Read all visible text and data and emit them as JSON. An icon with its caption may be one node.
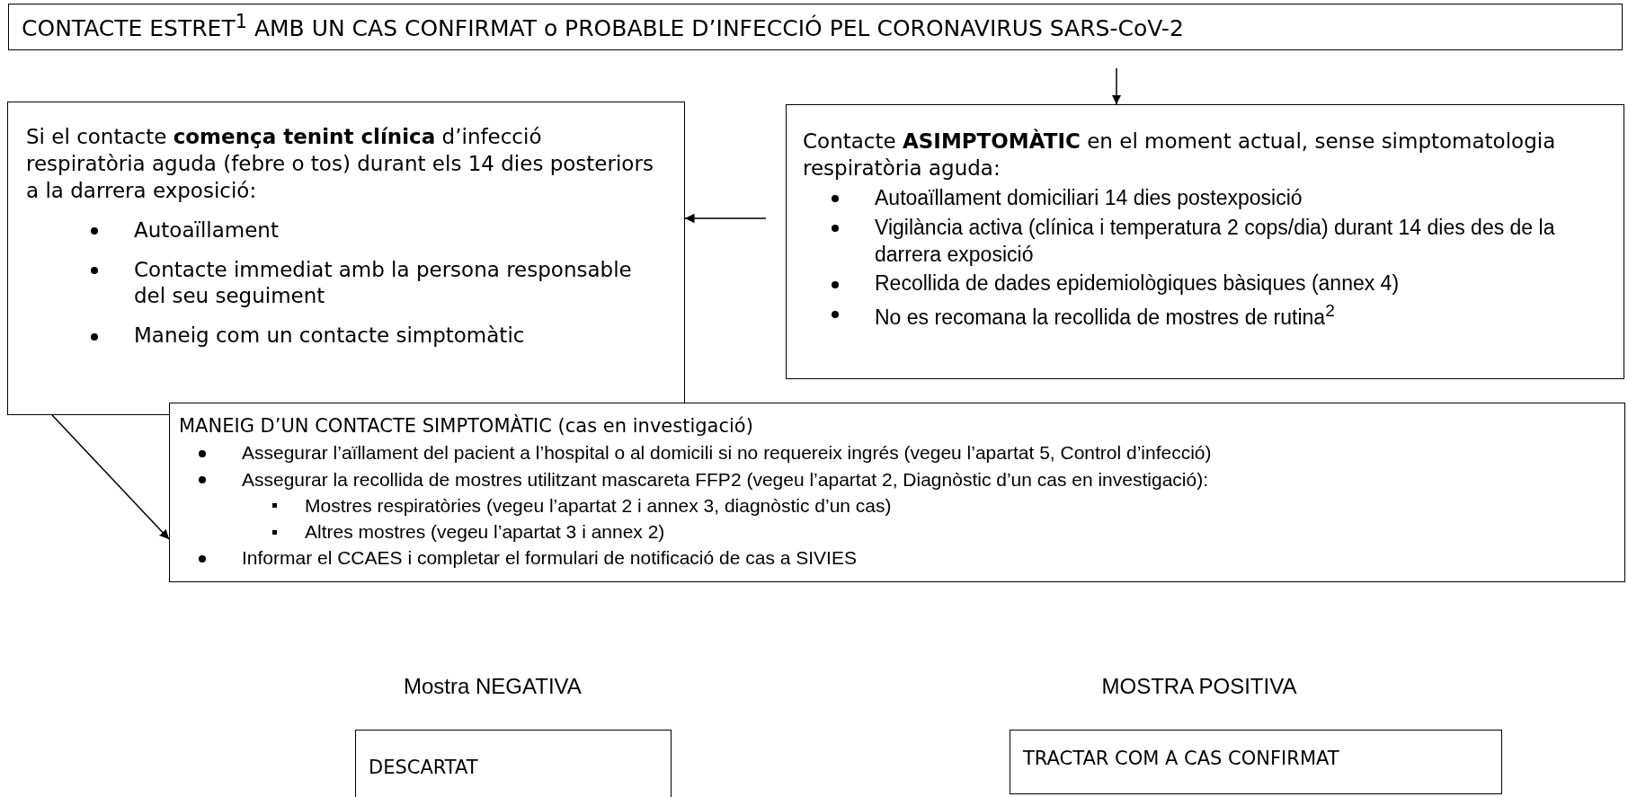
{
  "diagram": {
    "nodes": [
      {
        "text": [
          "CONTACTE ESTRET$^{1}$ AMB UN CAS CONFIRMAT o PROBABLE D’INFECCIÓ PEL CORONAVIRUS SARS-CoV-2"
        ]
      },
      {
        "text": [
          "Si el contacte **comença tenint clínica** d’infecció respiratòria aguda (febre o tos) durant els 14 dies posteriors a la darrera exposició:",
          "Autoaïllament",
          "Contacte immediat amb la persona responsable del seu seguiment",
          "Maneig com un contacte simptomàtic"
        ]
      },
      {
        "text": [
          "Contacte **ASIMPTOMÀTIC** en el moment actual, sense simptomatologia respiratòria aguda:",
          "Autoaïllament domiciliari 14 dies postexposició",
          "Vigilància activa (clínica i temperatura 2 cops/dia) durant 14 dies des de la darrera exposició",
          "Recollida de dades epidemiològiques bàsiques (annex 4)",
          "No es recomana la recollida de mostres de rutina$^{2}$"
        ]
      },
      {
        "text": [
          "MANEIG D’UN CONTACTE SIMPTOMÀTIC (cas en investigació)",
          "Assegurar l’aïllament del pacient a l’hospital o al domicili si no requereix ingrés (vegeu l’apartat 5, Control d’infecció)",
          "Assegurar la recollida de mostres utilitzant mascareta FFP2 (vegeu l’apartat 2, Diagnòstic d’un cas en investigació):",
          "Mostres respiratòries (vegeu l’apartat 2 i annex 3, diagnòstic d’un cas)",
          "Altres mostres (vegeu l’apartat 3 i annex 2)",
          "Informar el CCAES i completar el formulari de notificació de cas a SIVIES"
        ]
      },
      {
        "text": [
          "DESCARTAT"
        ]
      },
      {
        "text": [
          "TRACTAR COM A CAS CONFIRMAT"
        ]
      }
    ],
    "edges": [
      {
        "from": 0,
        "to": 2,
        "arrow": "to"
      },
      {
        "from": 2,
        "to": 1,
        "arrow": "to"
      },
      {
        "from": 1,
        "to": 3,
        "arrow": "to"
      }
    ],
    "labels": [
      "Mostra NEGATIVA",
      "MOSTRA POSITIVA"
    ]
  }
}
